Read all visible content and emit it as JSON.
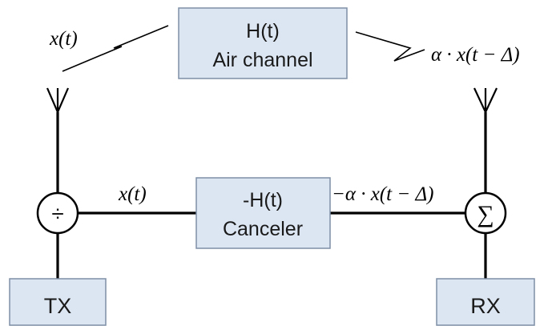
{
  "blocks": {
    "air_channel": {
      "line1": "H(t)",
      "line2": "Air channel"
    },
    "canceler": {
      "line1": "-H(t)",
      "line2": "Canceler"
    },
    "tx": {
      "label": "TX"
    },
    "rx": {
      "label": "RX"
    }
  },
  "operators": {
    "splitter": "÷",
    "summer": "∑"
  },
  "signals": {
    "tx_air": "x(t)",
    "tx_wire": "x(t)",
    "rx_air": "α · x(t − Δ)",
    "cancel": "−α · x(t − Δ)"
  }
}
